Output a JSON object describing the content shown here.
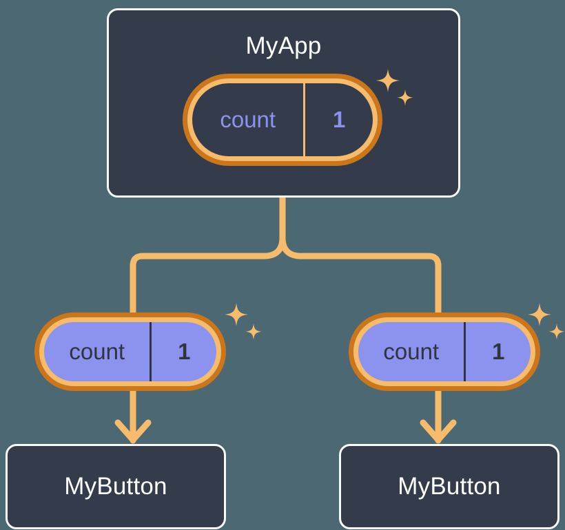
{
  "diagram": {
    "title": "MyApp",
    "background_color": "#4C6873",
    "accent_color": "#F7BC6B",
    "accent_dark_color": "#CB761B",
    "node_fill_color": "#343B4A",
    "state_fill_color": "#8B93EE",
    "state_text_color": "#8B93EE"
  },
  "nodes": {
    "root": {
      "label": "MyApp",
      "state": {
        "key": "count",
        "value": "1",
        "sparkle": "sparkle-icon"
      }
    },
    "children": [
      {
        "label": "MyButton",
        "state": {
          "key": "count",
          "value": "1",
          "sparkle": "sparkle-icon"
        }
      },
      {
        "label": "MyButton",
        "state": {
          "key": "count",
          "value": "1",
          "sparkle": "sparkle-icon"
        }
      }
    ]
  },
  "connectors": {
    "stem": "branching-line",
    "arrow_left": "arrow-down-icon",
    "arrow_right": "arrow-down-icon"
  }
}
